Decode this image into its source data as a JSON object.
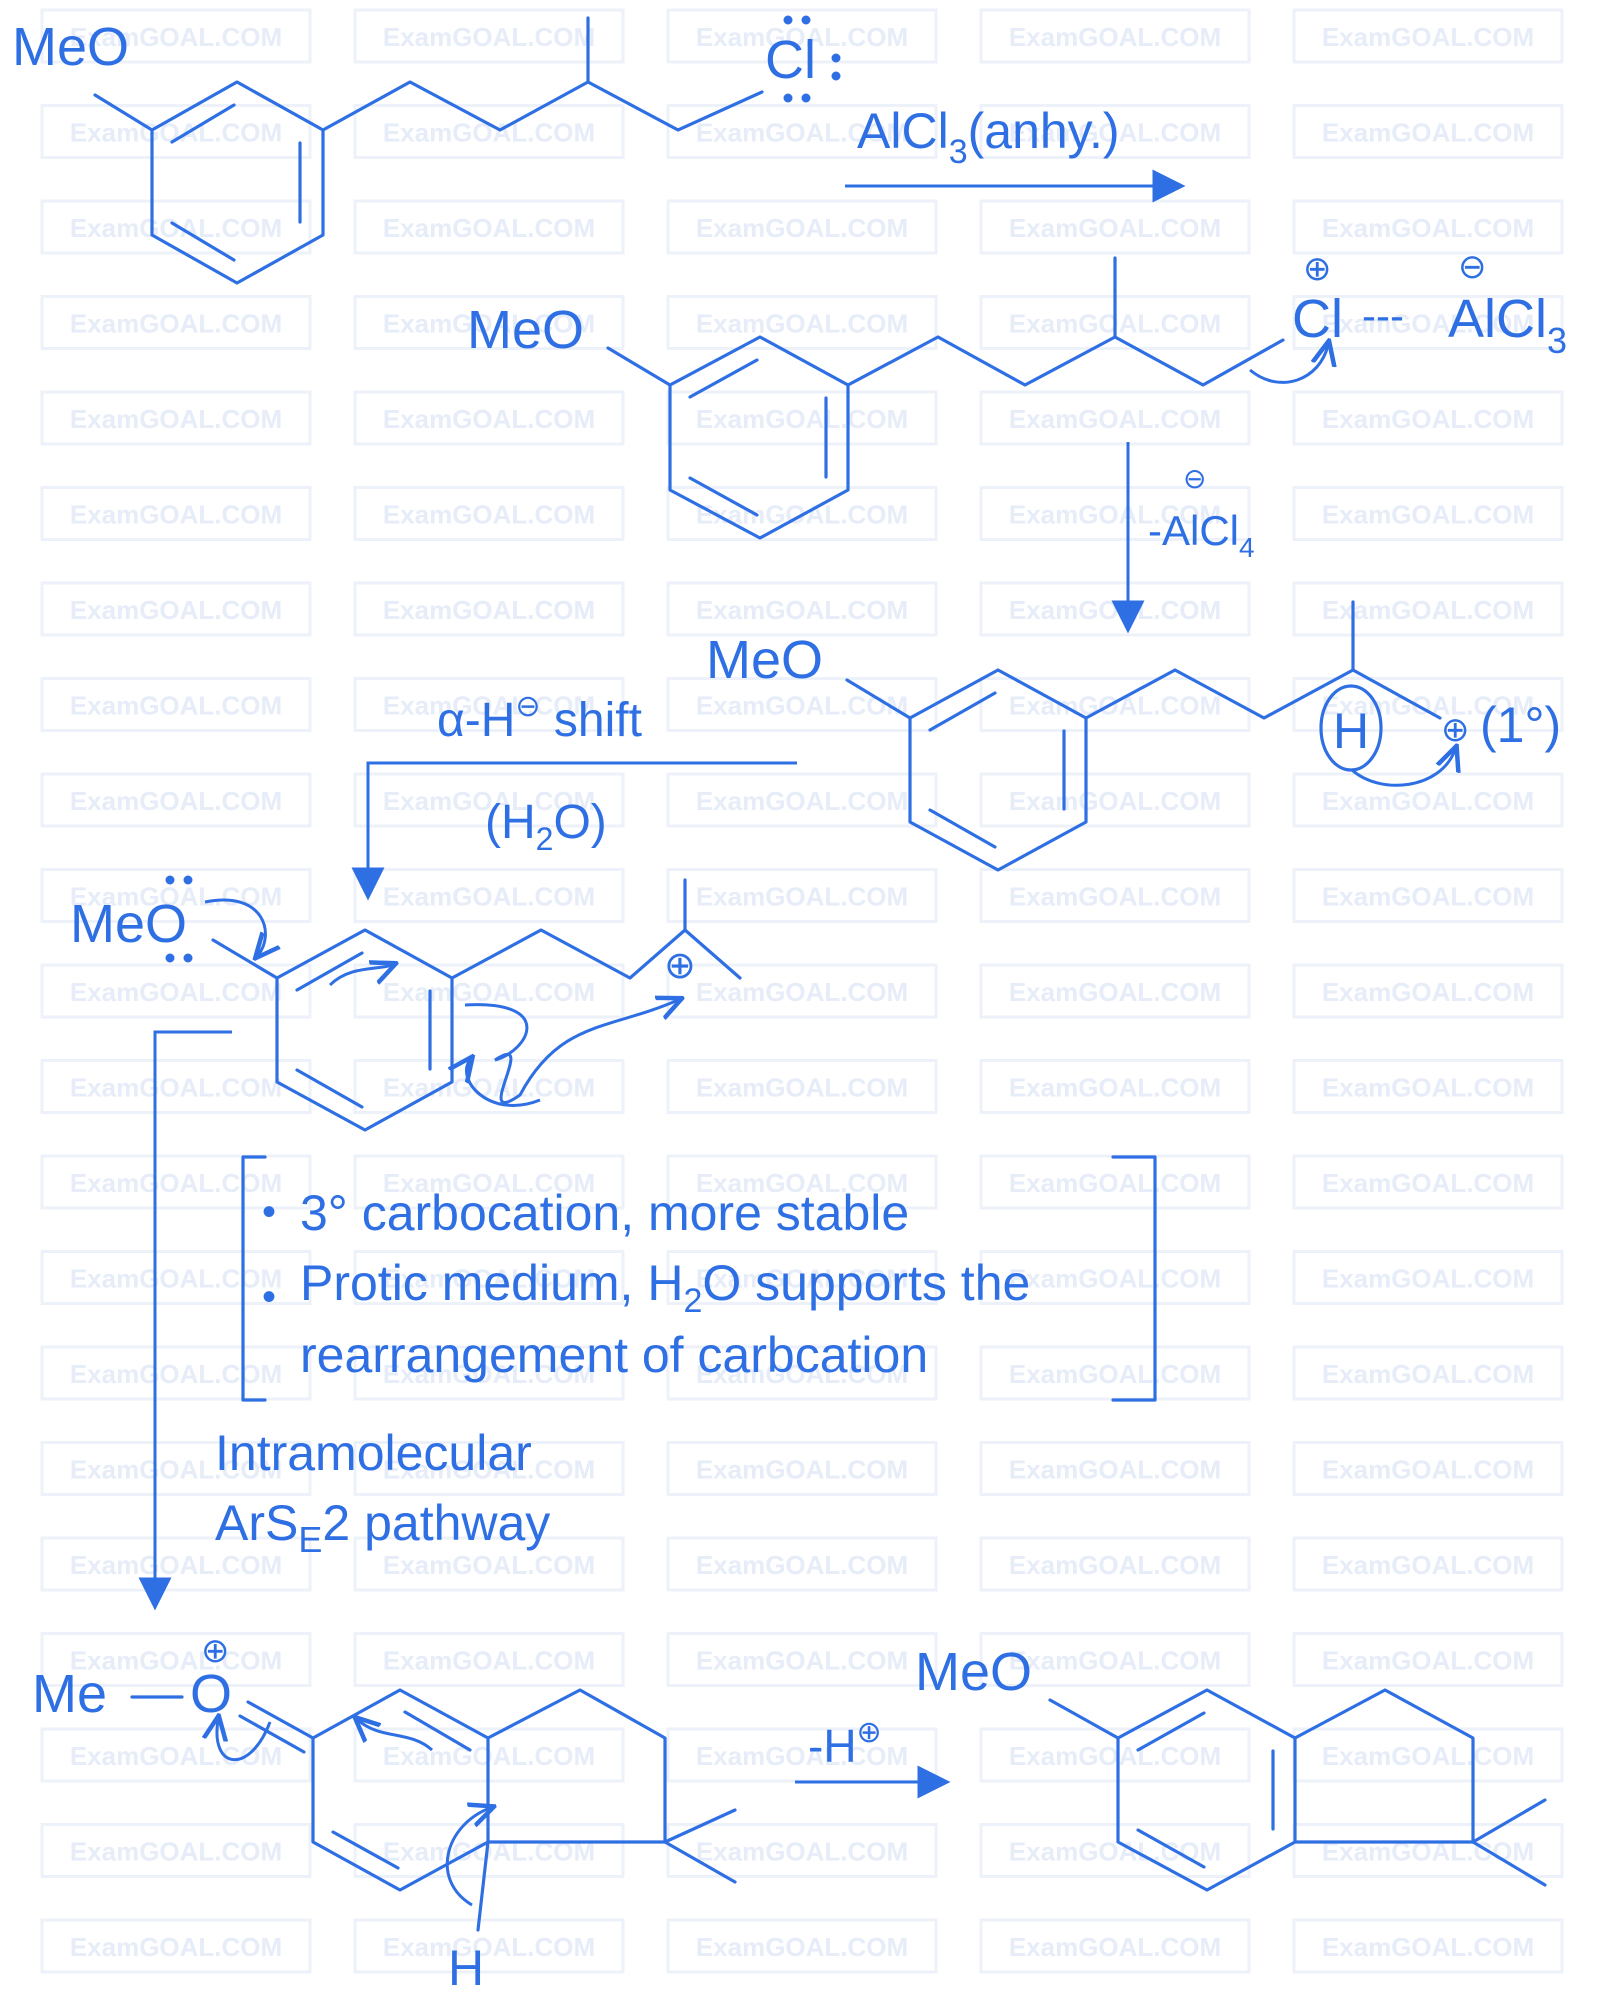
{
  "watermark": "ExamGOAL.COM",
  "colors": {
    "ink": "#2f6fe4",
    "watermark_text": "#e6ecf8",
    "watermark_box": "#edf1fa",
    "background": "#ffffff"
  },
  "scheme": {
    "substituent_meo": "MeO",
    "leaving_group": "Cl",
    "reagent": "AlCl3(anhy.)",
    "reagent_parts": {
      "main": "AlCl",
      "sub": "3",
      "tail": "(anhy.)"
    },
    "complex_cl": "Cl",
    "complex_dashes": "---",
    "complex_alcl3": {
      "main": "AlCl",
      "sub": "3"
    },
    "plus_charge": "⊕",
    "minus_charge": "⊖",
    "loss_alcl4": {
      "main": "-AlCl",
      "sub": "4"
    },
    "hydride_h": "H",
    "primary_label": "(1°)",
    "shift_label_a": "α-H",
    "shift_label_b": " shift",
    "medium_label": {
      "open": "(H",
      "sub": "2",
      "close": "O)"
    },
    "bullet": "•",
    "notes": [
      "3° carbocation, more stable",
      "Protic medium, H2O supports the",
      "rearrangement of carbcation"
    ],
    "note_line2_parts": {
      "a": "Protic medium, H",
      "sub": "2",
      "b": "O supports the"
    },
    "pathway_line1": "Intramolecular",
    "pathway_line2": {
      "a": "ArS",
      "sub": "E",
      "b": "2 pathway"
    },
    "oxonium_me": "Me",
    "oxonium_o": "O",
    "final_step": {
      "main": "-H",
      "sup": "⊕"
    },
    "ring_h": "H"
  }
}
